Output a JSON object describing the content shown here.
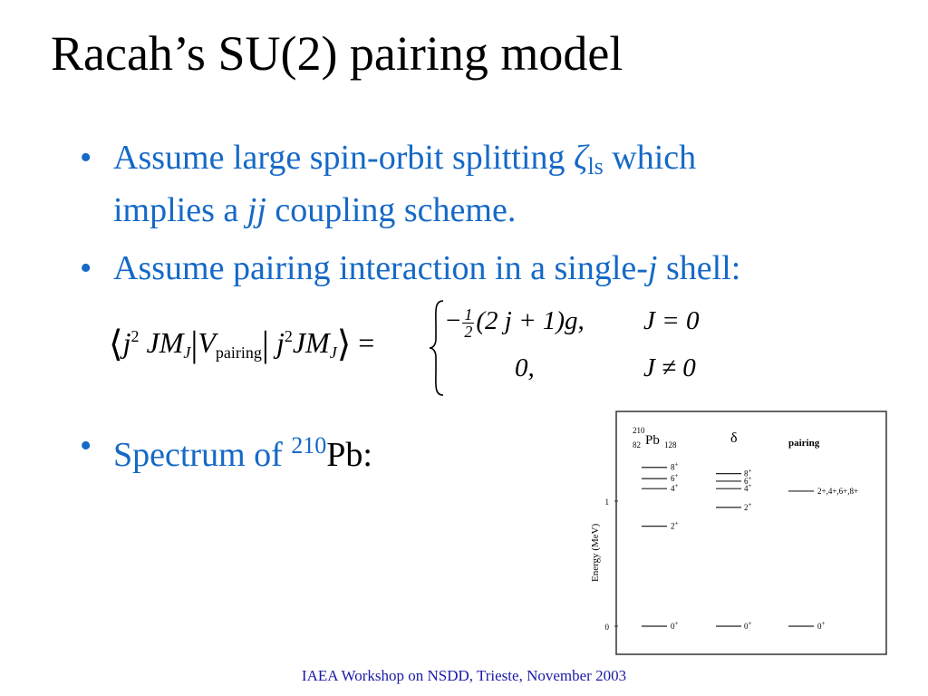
{
  "title": "Racah’s SU(2) pairing model",
  "bullets": [
    {
      "marker": "•",
      "line1_a": "Assume large spin-orbit splitting ",
      "zeta": "ζ",
      "ls": "ls",
      "line1_b": " which",
      "line2_a": "implies a ",
      "jj": "jj",
      "line2_b": " coupling scheme."
    },
    {
      "marker": "•",
      "text_a": "Assume pairing interaction in a single-",
      "j": "j",
      "text_b": " shell:"
    },
    {
      "marker": "•",
      "text_a": "Spectrum of ",
      "mass": "210",
      "element": "Pb:"
    }
  ],
  "formula": {
    "lhs_open": "⟨",
    "j": "j",
    "sq": "2",
    "JM": "JM",
    "J": "J",
    "bar": "|",
    "V": "V",
    "pairing": "pairing",
    "lhs_close": "⟩",
    "equals": " =",
    "case1_minus": "−",
    "frac_num": "1",
    "frac_den": "2",
    "case1_expr": "(2 j + 1)g,",
    "case2_expr": "0,",
    "cond1": "J = 0",
    "cond2": "J ≠ 0"
  },
  "spectrum": {
    "nucleus_mass": "210",
    "nucleus_z": "82",
    "nucleus_symbol": "Pb",
    "nucleus_n": "128",
    "col2_label": "δ",
    "col3_label": "pairing",
    "y_axis_label": "Energy (MeV)",
    "y_tick_1": "1",
    "y_tick_0": "0",
    "levels_pb": [
      {
        "label": "0",
        "spin": "+",
        "energy": 0.0
      },
      {
        "label": "2",
        "spin": "+",
        "energy": 0.8
      },
      {
        "label": "4",
        "spin": "+",
        "energy": 1.1
      },
      {
        "label": "6",
        "spin": "+",
        "energy": 1.18
      },
      {
        "label": "8",
        "spin": "+",
        "energy": 1.27
      }
    ],
    "levels_delta": [
      {
        "label": "0",
        "spin": "+",
        "energy": 0.0
      },
      {
        "label": "2",
        "spin": "+",
        "energy": 0.95
      },
      {
        "label": "4",
        "spin": "+",
        "energy": 1.1
      },
      {
        "label": "6",
        "spin": "+",
        "energy": 1.16
      },
      {
        "label": "8",
        "spin": "+",
        "energy": 1.22
      }
    ],
    "levels_pairing": [
      {
        "label": "0",
        "spin": "+",
        "energy": 0.0
      },
      {
        "label": "2+,4+,6+,8+",
        "spin": "",
        "energy": 1.08
      }
    ],
    "y_range": [
      0,
      1.0
    ]
  },
  "footer": "IAEA Workshop on NSDD, Trieste, November 2003",
  "colors": {
    "bullet_text": "#1569c7",
    "title": "#000000",
    "footer": "#1a1aa6"
  }
}
